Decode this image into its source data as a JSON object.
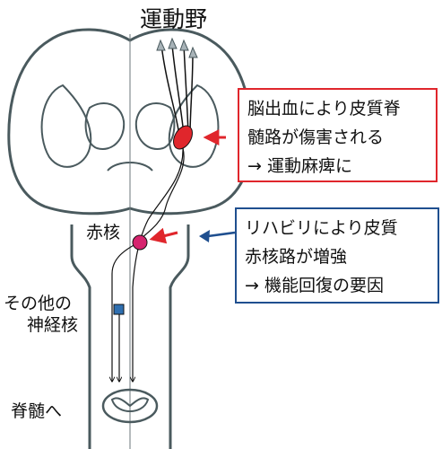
{
  "title": "運動野",
  "labels": {
    "red_nucleus": "赤核",
    "other_nuclei_line1": "その他の",
    "other_nuclei_line2": "神経核",
    "to_spinal_cord": "脊髄へ"
  },
  "red_box": {
    "line1": "脳出血により皮質脊",
    "line2": "髄路が傷害される",
    "line3": "→ 運動麻痺に"
  },
  "blue_box": {
    "line1": "リハビリにより皮質",
    "line2": "赤核路が増強",
    "line3": "→ 機能回復の要因"
  },
  "colors": {
    "outline": "#4a5a5e",
    "lesion": "#e0262c",
    "red_nucleus": "#d6246e",
    "other_nucleus": "#2f6fb0",
    "red_border": "#e0262c",
    "blue_border": "#1f4f8f",
    "arrow_head": "#a8b3b8"
  }
}
